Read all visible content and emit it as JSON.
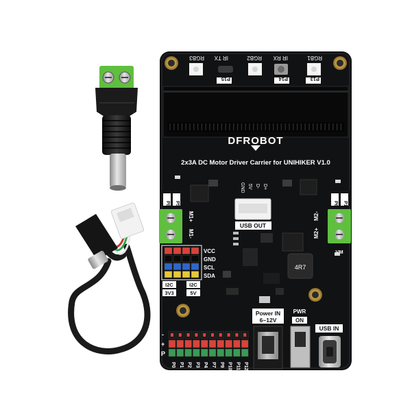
{
  "board": {
    "brand": "DFROBOT",
    "title": "2x3A DC Motor Driver Carrier for UNIHIKER V1.0",
    "top_labels": [
      "RGB3",
      "IR TX",
      "RGB2",
      "IR RX",
      "RGB1"
    ],
    "top_pads": [
      "P15",
      "P14",
      "P13"
    ],
    "left_header": [
      "P8",
      "P5"
    ],
    "right_header": [
      "P6",
      "P16"
    ],
    "left_terminal": [
      "M1+",
      "M1-"
    ],
    "right_terminal": [
      "M2-",
      "M2+"
    ],
    "usb_out_pins": [
      "GND",
      "5V",
      "D-",
      "D+"
    ],
    "usb_out_label": "USB OUT",
    "i2c_rows": [
      "VCC",
      "GND",
      "SCL",
      "SDA"
    ],
    "i2c_left": [
      "I2C",
      "3V3"
    ],
    "i2c_right": [
      "I2C",
      "5V"
    ],
    "power_in": [
      "Power IN",
      "6~12V"
    ],
    "pwr": [
      "PWR",
      "ON"
    ],
    "usb_in": "USB IN",
    "vm": "VM",
    "inductor": "4R7",
    "gpio_rows": [
      "-",
      "+",
      "P"
    ],
    "gpio_pins": [
      "P0",
      "P1",
      "P2",
      "P3",
      "P4",
      "P7",
      "P9",
      "P10",
      "P11",
      "P12"
    ]
  },
  "colors": {
    "pcb": "#111214",
    "terminal_green": "#5fbf3f",
    "header_red": "#d9433a",
    "header_green": "#3a9b52",
    "header_blue": "#2f67c8",
    "header_yellow": "#e5c83a",
    "cable": "#1a1a1a"
  },
  "accessories": {
    "barrel_adapter": "dc-barrel-to-terminal-adapter",
    "usb_cable": "usb-c-right-angle-cable"
  }
}
